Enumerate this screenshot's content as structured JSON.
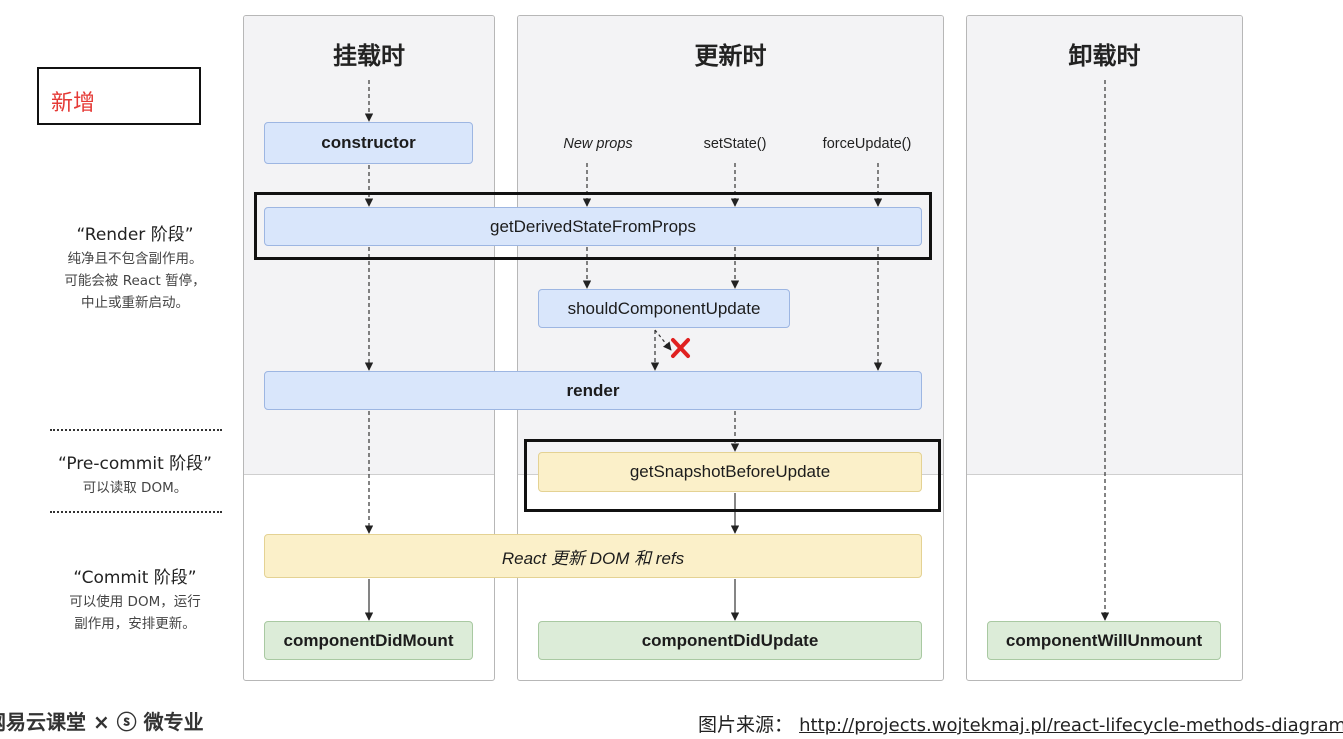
{
  "new_label": "新增",
  "columns": {
    "mounting": {
      "title": "挂载时"
    },
    "updating": {
      "title": "更新时"
    },
    "unmounting": {
      "title": "卸载时"
    }
  },
  "triggers": {
    "new_props": "New props",
    "set_state": "setState()",
    "force_update": "forceUpdate()"
  },
  "methods": {
    "constructor": "constructor",
    "get_derived_state": "getDerivedStateFromProps",
    "should_component_update": "shouldComponentUpdate",
    "render": "render",
    "get_snapshot": "getSnapshotBeforeUpdate",
    "react_update_dom": "React 更新 DOM 和 refs",
    "component_did_mount": "componentDidMount",
    "component_did_update": "componentDidUpdate",
    "component_will_unmount": "componentWillUnmount"
  },
  "phases": {
    "render": {
      "title": "“Render 阶段”",
      "desc": [
        "纯净且不包含副作用。",
        "可能会被 React 暂停，",
        "中止或重新启动。"
      ]
    },
    "precommit": {
      "title": "“Pre-commit 阶段”",
      "desc": [
        "可以读取 DOM。"
      ]
    },
    "commit": {
      "title": "“Commit 阶段”",
      "desc": [
        "可以使用 DOM，运行",
        "副作用，安排更新。"
      ]
    }
  },
  "footer": {
    "brand": "网易云课堂 × ⓢ 微专业",
    "source_label": "图片来源：",
    "source_url": "http://projects.wojtekmaj.pl/react-lifecycle-methods-diagram/"
  },
  "colors": {
    "blue_fill": "#d9e6fb",
    "yellow_fill": "#fbf0c9",
    "green_fill": "#dcecd8",
    "red_x": "#e02020",
    "new_label": "#e53935"
  }
}
